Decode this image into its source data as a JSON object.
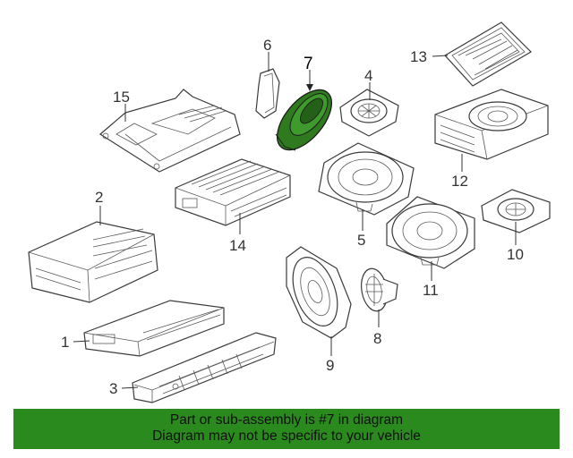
{
  "diagram": {
    "highlight_color": "#2f7a1f",
    "callouts": [
      {
        "id": "1",
        "label": "1"
      },
      {
        "id": "2",
        "label": "2"
      },
      {
        "id": "3",
        "label": "3"
      },
      {
        "id": "4",
        "label": "4"
      },
      {
        "id": "5",
        "label": "5"
      },
      {
        "id": "6",
        "label": "6"
      },
      {
        "id": "7",
        "label": "7",
        "highlighted": true
      },
      {
        "id": "8",
        "label": "8"
      },
      {
        "id": "9",
        "label": "9"
      },
      {
        "id": "10",
        "label": "10"
      },
      {
        "id": "11",
        "label": "11"
      },
      {
        "id": "12",
        "label": "12"
      },
      {
        "id": "13",
        "label": "13"
      },
      {
        "id": "14",
        "label": "14"
      },
      {
        "id": "15",
        "label": "15"
      }
    ]
  },
  "banner": {
    "line1": "Part or sub-assembly is #7 in diagram",
    "line2": "Diagram may not be specific to your vehicle",
    "background": "#2a8a1e"
  }
}
